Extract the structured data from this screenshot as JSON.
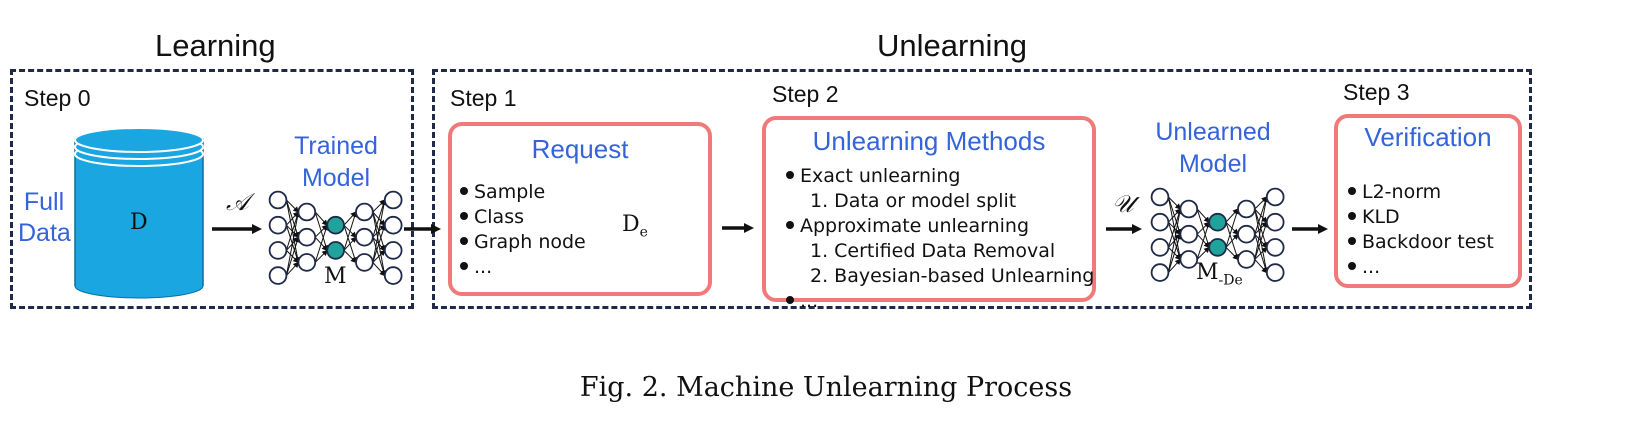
{
  "sections": {
    "learning_title": "Learning",
    "unlearning_title": "Unlearning"
  },
  "steps": {
    "step0": "Step 0",
    "step1": "Step 1",
    "step2": "Step 2",
    "step3": "Step 3"
  },
  "learning": {
    "full_data_line1": "Full",
    "full_data_line2": "Data",
    "dataset_label": "D",
    "algorithm_symbol": "𝒜",
    "trained_model_line1": "Trained",
    "trained_model_line2": "Model",
    "model_label": "M"
  },
  "request": {
    "title": "Request",
    "items": [
      "Sample",
      "Class",
      "Graph node",
      "..."
    ],
    "forget_set_label": "D",
    "forget_set_subscript": "e"
  },
  "methods": {
    "title": "Unlearning Methods",
    "items": [
      {
        "text": "Exact unlearning",
        "level": 0
      },
      {
        "text": "1. Data or model split",
        "level": 1
      },
      {
        "text": "Approximate unlearning",
        "level": 0
      },
      {
        "text": "1. Certified Data Removal",
        "level": 1
      },
      {
        "text": "2. Bayesian-based Unlearning",
        "level": 1
      },
      {
        "text": "...",
        "level": 0
      }
    ]
  },
  "unlearned": {
    "operator_symbol": "𝒰",
    "title_line1": "Unlearned",
    "title_line2": "Model",
    "model_label": "M",
    "model_subscript": "-De"
  },
  "verification": {
    "title": "Verification",
    "items": [
      "L2-norm",
      "KLD",
      "Backdoor test",
      "..."
    ]
  },
  "caption": "Fig. 2.  Machine Unlearning Process",
  "colors": {
    "accent_blue": "#3563d9",
    "box_border": "#f07a7a",
    "dashed_border": "#1f2a4a",
    "cylinder_fill": "#1aa6e0",
    "neuron_highlight": "#1fa39a"
  }
}
